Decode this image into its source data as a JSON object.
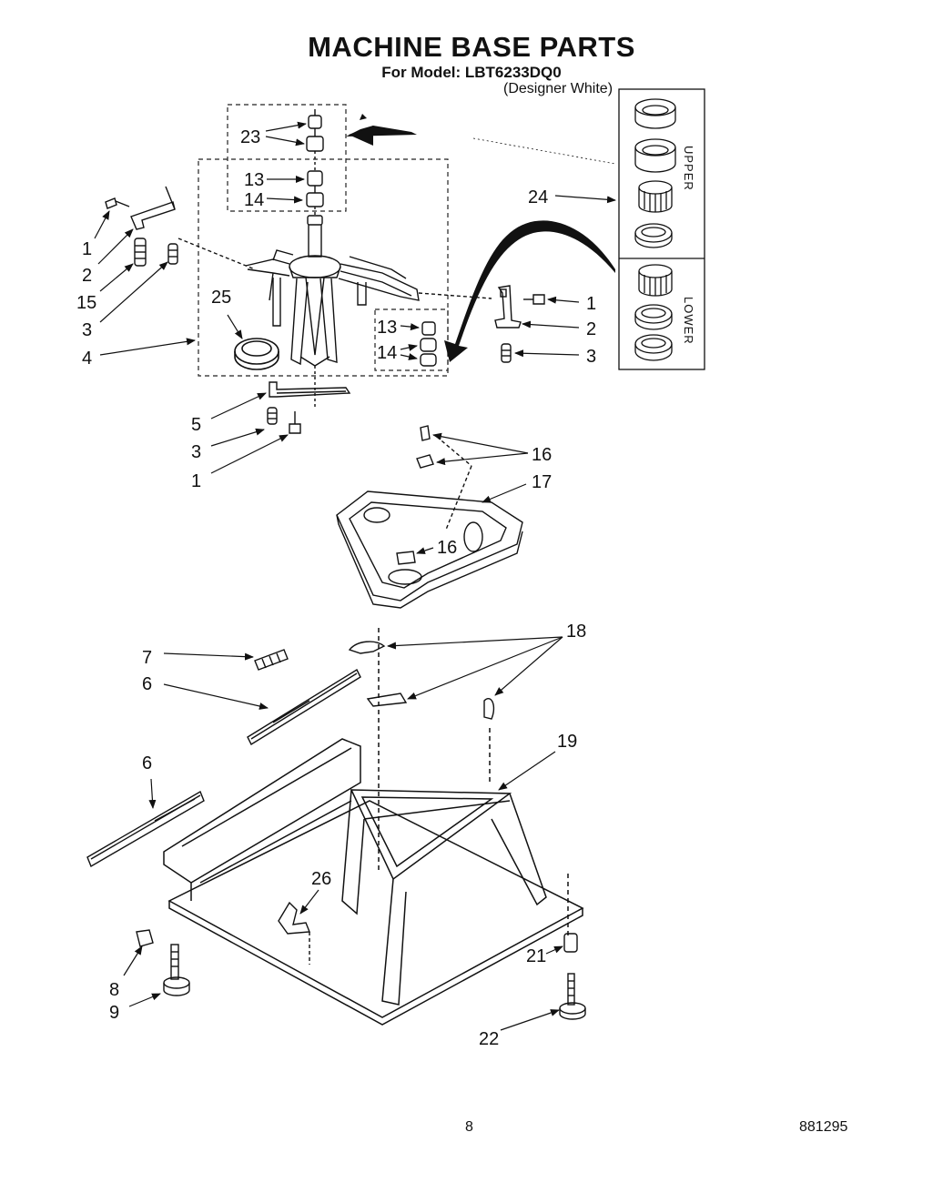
{
  "header": {
    "title": "MACHINE BASE PARTS",
    "model": "For Model: LBT6233DQ0",
    "variant": "(Designer White)"
  },
  "inset": {
    "upper_label": "UPPER",
    "lower_label": "LOWER"
  },
  "callouts": {
    "c23": "23",
    "c13a": "13",
    "c14a": "14",
    "c1a": "1",
    "c2a": "2",
    "c15": "15",
    "c3a": "3",
    "c4": "4",
    "c25": "25",
    "c1b": "1",
    "c2b": "2",
    "c3b": "3",
    "c13b": "13",
    "c14b": "14",
    "c24": "24",
    "c5": "5",
    "c3c": "3",
    "c1c": "1",
    "c16a": "16",
    "c17": "17",
    "c16b": "16",
    "c7": "7",
    "c6a": "6",
    "c18": "18",
    "c6b": "6",
    "c19": "19",
    "c26": "26",
    "c8": "8",
    "c9": "9",
    "c21": "21",
    "c22": "22"
  },
  "footer": {
    "page_number": "8",
    "doc_code": "881295"
  }
}
